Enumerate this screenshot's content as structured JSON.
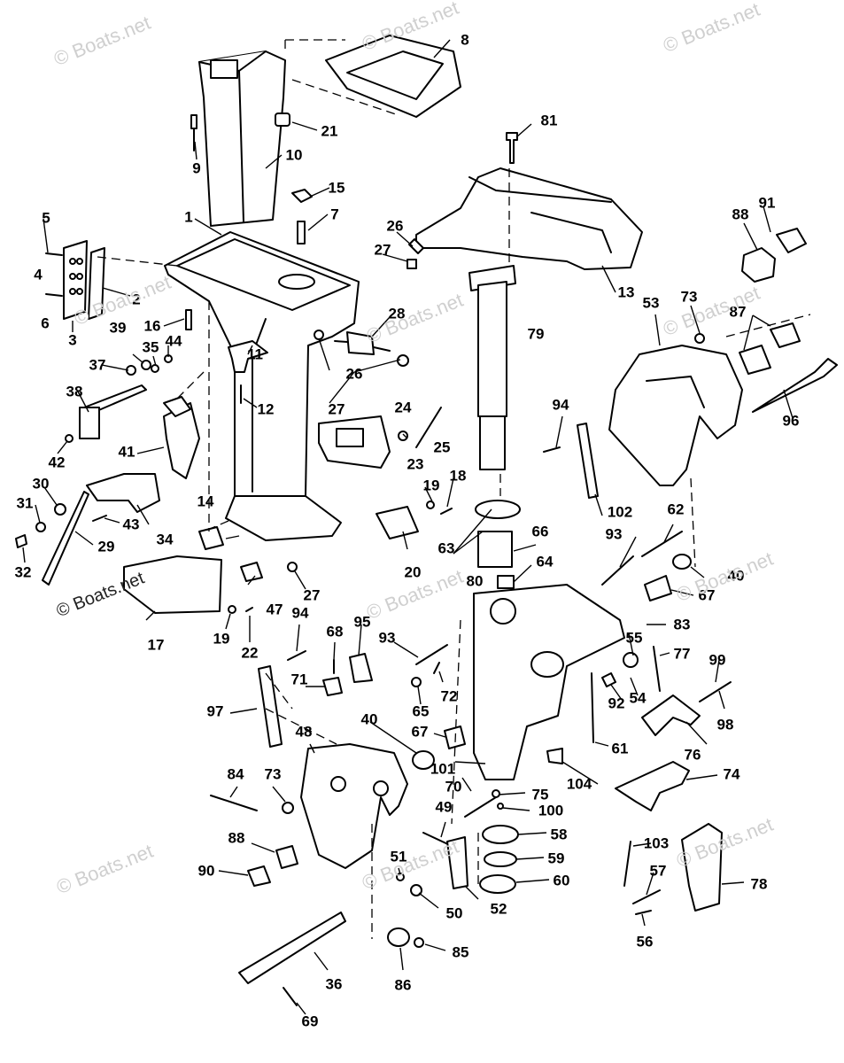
{
  "watermark": "© Boats.net",
  "callouts": [
    "1",
    "2",
    "3",
    "4",
    "5",
    "6",
    "7",
    "8",
    "9",
    "10",
    "11",
    "12",
    "13",
    "14",
    "15",
    "16",
    "17",
    "18",
    "19",
    "19",
    "20",
    "21",
    "22",
    "23",
    "24",
    "25",
    "26",
    "26",
    "27",
    "27",
    "27",
    "28",
    "29",
    "30",
    "31",
    "32",
    "34",
    "35",
    "36",
    "37",
    "38",
    "39",
    "40",
    "40",
    "41",
    "42",
    "43",
    "44",
    "47",
    "48",
    "49",
    "50",
    "51",
    "52",
    "53",
    "54",
    "55",
    "56",
    "57",
    "58",
    "59",
    "60",
    "61",
    "62",
    "63",
    "64",
    "65",
    "66",
    "67",
    "67",
    "68",
    "69",
    "70",
    "71",
    "72",
    "73",
    "73",
    "74",
    "75",
    "76",
    "77",
    "78",
    "79",
    "80",
    "81",
    "83",
    "84",
    "85",
    "86",
    "87",
    "88",
    "88",
    "90",
    "91",
    "92",
    "93",
    "93",
    "94",
    "94",
    "95",
    "96",
    "97",
    "98",
    "99",
    "100",
    "101",
    "102",
    "103",
    "104"
  ]
}
